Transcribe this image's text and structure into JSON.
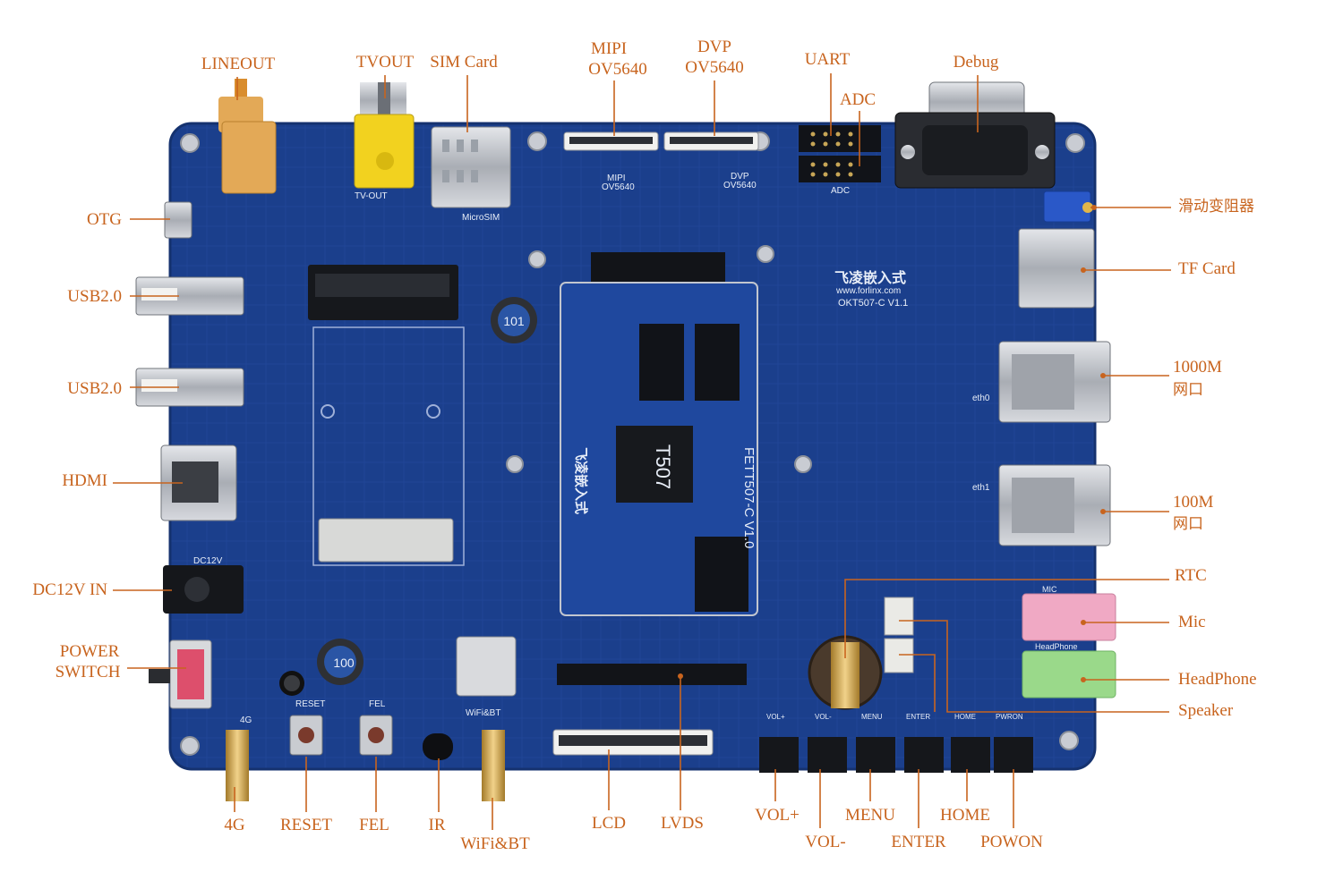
{
  "labels": {
    "lineout": "LINEOUT",
    "tvout": "TVOUT",
    "sim_card": "SIM Card",
    "mipi": "MIPI",
    "mipi_sensor": "OV5640",
    "dvp": "DVP",
    "dvp_sensor": "OV5640",
    "uart": "UART",
    "adc": "ADC",
    "debug": "Debug",
    "otg": "OTG",
    "usb1": "USB2.0",
    "usb2": "USB2.0",
    "hdmi": "HDMI",
    "dc12v": "DC12V IN",
    "power_switch_1": "POWER",
    "power_switch_2": "SWITCH",
    "rheostat": "滑动变阻器",
    "tf_card": "TF Card",
    "eth1000_1": "1000M",
    "eth1000_2": "网口",
    "eth100_1": "100M",
    "eth100_2": "网口",
    "rtc": "RTC",
    "mic": "Mic",
    "headphone": "HeadPhone",
    "speaker": "Speaker",
    "ant_4g": "4G",
    "reset": "RESET",
    "fel": "FEL",
    "ir": "IR",
    "wifi_bt": "WiFi&BT",
    "lcd": "LCD",
    "lvds": "LVDS",
    "vol_up": "VOL+",
    "vol_down": "VOL-",
    "menu": "MENU",
    "enter": "ENTER",
    "home": "HOME",
    "powon": "POWON"
  },
  "board": {
    "brand_logo": "飞凌嵌入式",
    "brand_url": "www.forlinx.com",
    "board_model": "OKT507-C V1.1",
    "som_model": "FETT507-C V1.0",
    "chip": "T507",
    "silk_mipi": "MIPI",
    "silk_mipi_sensor": "OV5640",
    "silk_dvp": "DVP",
    "silk_dvp_sensor": "OV5640",
    "silk_adc": "ADC",
    "silk_tvout": "TV-OUT",
    "silk_microsim": "MicroSIM",
    "silk_dc12v": "DC12V",
    "silk_reset": "RESET",
    "silk_fel": "FEL",
    "silk_4g": "4G",
    "silk_wifibt": "WiFi&BT",
    "silk_mic": "MIC",
    "silk_headphone": "HeadPhone",
    "silk_eth0": "eth0",
    "silk_eth1": "eth1",
    "silk_vol_up": "VOL+",
    "silk_vol_down": "VOL-",
    "silk_menu": "MENU",
    "silk_enter": "ENTER",
    "silk_home": "HOME",
    "silk_pwron": "PWRON",
    "inductor_1": "101",
    "inductor_2": "100"
  },
  "colors": {
    "label": "#c8641e",
    "pcb": "#1b3f8c",
    "silkscreen": "#e8eef8",
    "connector_metal": "#b9bcc2",
    "lineout_jack": "#e3a957",
    "tvout_jack": "#f2d21f",
    "mic_jack": "#f0a9c4",
    "headphone_jack": "#9ad98a",
    "rheostat": "#2a58c8"
  }
}
